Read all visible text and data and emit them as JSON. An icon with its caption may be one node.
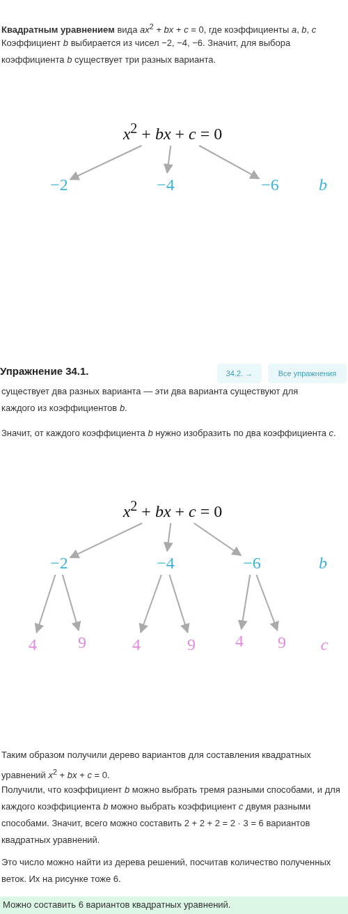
{
  "diagram": {
    "nodes": [
      {
        "text": [
          "*x*$^{2}$ + *bx* + *c* = 0"
        ]
      },
      {
        "text": [
          "−2"
        ]
      },
      {
        "text": [
          "−4"
        ]
      },
      {
        "text": [
          "−6"
        ]
      },
      {
        "text": [
          "*x*$^{2}$ + *bx* + *c* = 0"
        ]
      },
      {
        "text": [
          "−2"
        ]
      },
      {
        "text": [
          "−4"
        ]
      },
      {
        "text": [
          "−6"
        ]
      },
      {
        "text": [
          "4"
        ]
      },
      {
        "text": [
          "9"
        ]
      },
      {
        "text": [
          "4"
        ]
      },
      {
        "text": [
          "9"
        ]
      },
      {
        "text": [
          "4"
        ]
      },
      {
        "text": [
          "9"
        ]
      }
    ],
    "edges": [
      {
        "from": 0,
        "to": 1,
        "arrow": "to"
      },
      {
        "from": 0,
        "to": 2,
        "arrow": "to"
      },
      {
        "from": 0,
        "to": 3,
        "arrow": "to"
      },
      {
        "from": 4,
        "to": 5,
        "arrow": "to"
      },
      {
        "from": 4,
        "to": 6,
        "arrow": "to"
      },
      {
        "from": 4,
        "to": 7,
        "arrow": "to"
      },
      {
        "from": 5,
        "to": 8,
        "arrow": "to"
      },
      {
        "from": 5,
        "to": 9,
        "arrow": "to"
      },
      {
        "from": 6,
        "to": 10,
        "arrow": "to"
      },
      {
        "from": 6,
        "to": 11,
        "arrow": "to"
      },
      {
        "from": 7,
        "to": 12,
        "arrow": "to"
      },
      {
        "from": 7,
        "to": 13,
        "arrow": "to"
      }
    ],
    "labels": [
      "**Квадратным уравнением** вида *ax*$^{2}$ + *bx* + *c* = 0, где коэффициенты *a*, *b*, *c*",
      "Коэффициент *b* выбирается из чисел −2, −4, −6. Значит, для выбора коэффициента *b* существует три разных варианта.",
      "b",
      "Упражнение 34.1.",
      "34.2. →",
      "Все упражнения",
      "существует два разных варианта — эти два варианта существуют для каждого из коэффициентов *b*.",
      "Значит, от каждого коэффициента *b* нужно изобразить по два коэффициента *c*.",
      "b",
      "c",
      "Таким образом получили дерево вариантов для составления квадратных уравнений *x*$^{2}$ + *bx* + *c* = 0.",
      "Получили, что коэффициент *b* можно выбрать тремя разными способами, и для каждого коэффициента *b* можно выбрать коэффициент *c* двумя разными способами. Значит, всего можно составить 2 + 2 + 2 = 2 · 3 = 6 вариантов квадратных уравнений.",
      "Это число можно найти из дерева решений, посчитав количество полученных веток. Их на рисунке тоже 6.",
      "Можно составить 6 вариантов квадратных уравнений."
    ]
  }
}
